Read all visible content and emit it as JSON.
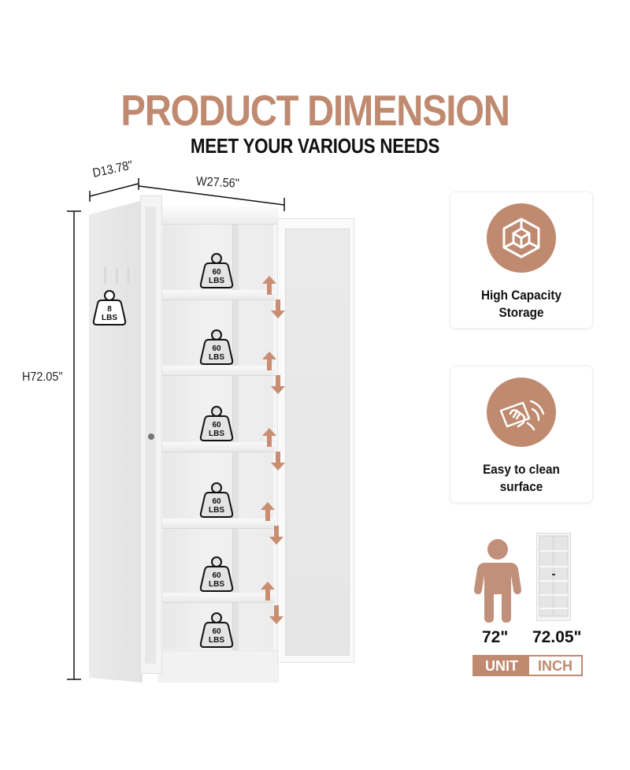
{
  "header": {
    "title": "PRODUCT DIMENSION",
    "subtitle": "MEET YOUR VARIOUS NEEDS"
  },
  "dimensions": {
    "depth": "D13.78\"",
    "width": "W27.56\"",
    "height": "H72.05\""
  },
  "weights": {
    "side_hook": {
      "value": "8",
      "unit": "LBS"
    },
    "shelves": [
      {
        "value": "60",
        "unit": "LBS"
      },
      {
        "value": "60",
        "unit": "LBS"
      },
      {
        "value": "60",
        "unit": "LBS"
      },
      {
        "value": "60",
        "unit": "LBS"
      },
      {
        "value": "60",
        "unit": "LBS"
      },
      {
        "value": "60",
        "unit": "LBS"
      }
    ]
  },
  "features": [
    {
      "icon": "cube-icon",
      "line1": "High Capacity",
      "line2": "Storage"
    },
    {
      "icon": "hand-wipe-icon",
      "line1": "Easy to clean",
      "line2": "surface"
    }
  ],
  "comparison": {
    "person_height": "72\"",
    "cabinet_height": "72.05\"",
    "unit_label": "UNIT",
    "unit_value": "INCH"
  },
  "colors": {
    "accent": "#bf8a6f",
    "text": "#111111",
    "background": "#ffffff"
  }
}
